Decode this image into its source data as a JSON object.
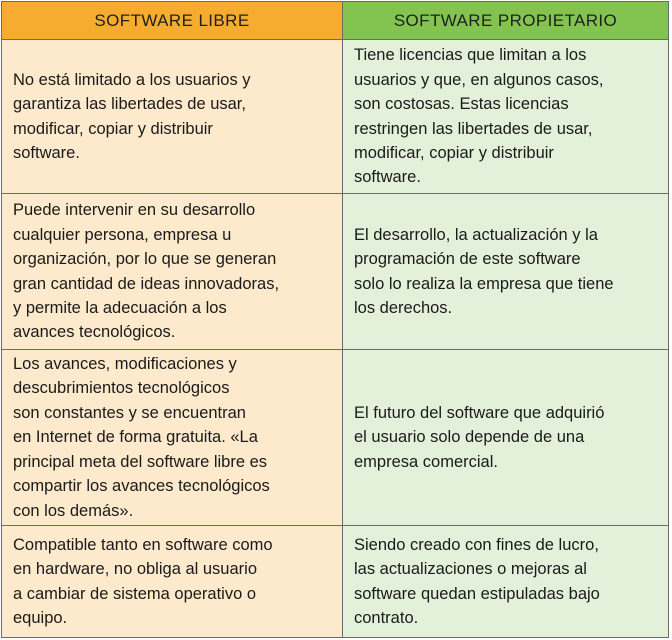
{
  "headers": {
    "libre": "SOFTWARE LIBRE",
    "propietario": "SOFTWARE PROPIETARIO"
  },
  "colors": {
    "libre_header": "#f6ad2f",
    "propietario_header": "#82c44f",
    "libre_cell": "#fde9cb",
    "propietario_cell": "#e4f1da",
    "border": "#6b6b6b"
  },
  "rows": [
    {
      "libre": "No está limitado a los usuarios y\ngarantiza las libertades de usar,\nmodificar, copiar y distribuir\nsoftware.",
      "propietario": "Tiene licencias que limitan a los\nusuarios y que, en algunos casos,\nson costosas. Estas licencias\nrestringen las libertades de usar,\nmodificar, copiar y distribuir\nsoftware."
    },
    {
      "libre": "Puede intervenir en su desarrollo\ncualquier persona, empresa u\norganización, por lo que se generan\ngran cantidad de ideas innovadoras,\ny permite la adecuación a los\navances tecnológicos.",
      "propietario": "El desarrollo, la actualización y la\nprogramación de este software\nsolo lo realiza la empresa que tiene\nlos derechos."
    },
    {
      "libre": "Los avances, modificaciones y\ndescubrimientos tecnológicos\nson constantes y se encuentran\nen Internet de forma gratuita. «La\nprincipal meta del software libre es\ncompartir los avances tecnológicos\ncon los demás».",
      "propietario": "El futuro del software que adquirió\nel usuario solo depende de una\nempresa comercial."
    },
    {
      "libre": "Compatible tanto en software como\nen hardware, no obliga al usuario\na cambiar de sistema operativo o\nequipo.",
      "propietario": "Siendo creado con fines de lucro,\nlas actualizaciones o mejoras al\nsoftware quedan estipuladas bajo\ncontrato."
    }
  ]
}
